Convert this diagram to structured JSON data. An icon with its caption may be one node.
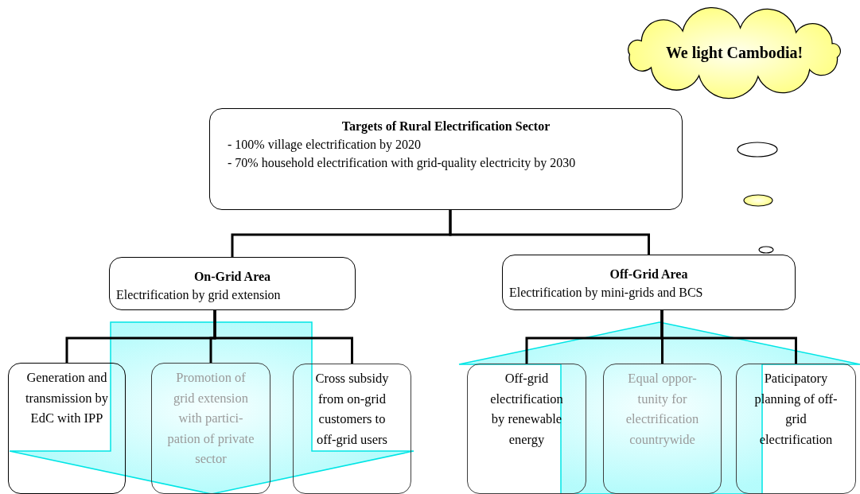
{
  "diagram": {
    "nodes": [
      {
        "text": [
          "We light Cambodia!"
        ]
      },
      {
        "text": [
          "Targets of Rural Electrification Sector",
          "- 100% village electrification by 2020",
          "- 70% household electrification with grid-quality electricity by 2030"
        ]
      },
      {
        "text": [
          "On-Grid Area",
          "Electrification by grid extension"
        ]
      },
      {
        "text": [
          "Off-Grid Area",
          "Electrification by mini-grids and BCS"
        ]
      },
      {
        "text": [
          "Generation and transmission by EdC with IPP"
        ]
      },
      {
        "text": [
          "Promotion of grid extension with partici- pation of private sector"
        ]
      },
      {
        "text": [
          "Cross subsidy from on-grid customers to off-grid users"
        ]
      },
      {
        "text": [
          "Off-grid electrification by renewable energy"
        ]
      },
      {
        "text": [
          "Equal oppor- tunity for electrification countrywide"
        ]
      },
      {
        "text": [
          "Paticipatory planning of off- grid electrification"
        ]
      }
    ],
    "edges": [
      {
        "from": 1,
        "to": 2,
        "arrow": "none"
      },
      {
        "from": 1,
        "to": 3,
        "arrow": "none"
      },
      {
        "from": 2,
        "to": 4,
        "arrow": "none"
      },
      {
        "from": 2,
        "to": 5,
        "arrow": "none"
      },
      {
        "from": 2,
        "to": 6,
        "arrow": "none"
      },
      {
        "from": 3,
        "to": 7,
        "arrow": "none"
      },
      {
        "from": 3,
        "to": 8,
        "arrow": "none"
      },
      {
        "from": 3,
        "to": 9,
        "arrow": "none"
      },
      {
        "from": 2,
        "to": null,
        "arrow": "to",
        "style": "thick"
      },
      {
        "from": null,
        "to": 3,
        "arrow": "to",
        "style": "thick"
      }
    ]
  }
}
